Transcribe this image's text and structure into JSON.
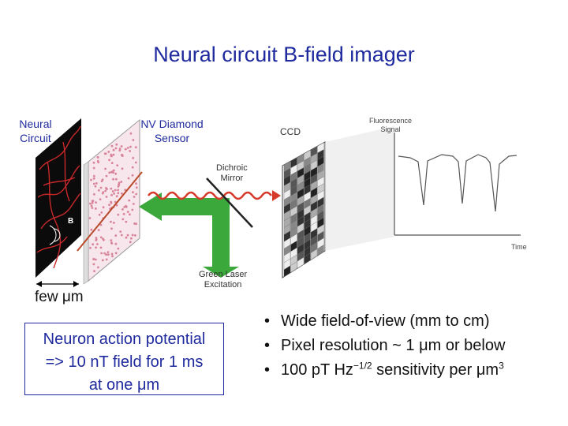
{
  "title": "Neural circuit B-field imager",
  "labels": {
    "neural_circuit_1": "Neural",
    "neural_circuit_2": "Circuit",
    "nv_sensor_1": "NV Diamond",
    "nv_sensor_2": "Sensor",
    "ccd": "CCD",
    "fluorescence_1": "Fluorescence",
    "fluorescence_2": "Signal",
    "dichroic_1": "Dichroic",
    "dichroic_2": "Mirror",
    "laser_1": "Green Laser",
    "laser_2": "Excitation",
    "time": "Time",
    "b_field": "B",
    "few_um": "few μm"
  },
  "box": {
    "line1": "Neuron action potential",
    "line2": "=> 10 nT field for 1 ms",
    "line3": "at one μm"
  },
  "bullets": {
    "b1": "Wide field-of-view (mm to cm)",
    "b2": "Pixel resolution ~ 1 μm or below",
    "b3_a": "100 pT Hz",
    "b3_sup": "−1/2",
    "b3_b": " sensitivity per μm",
    "b3_sup2": "3"
  },
  "colors": {
    "title": "#1f2a9e",
    "laser_green": "#3aa83a",
    "laser_red": "#d63a2a",
    "neural_red": "#c8282a",
    "nv_dots": "#d8849a"
  }
}
